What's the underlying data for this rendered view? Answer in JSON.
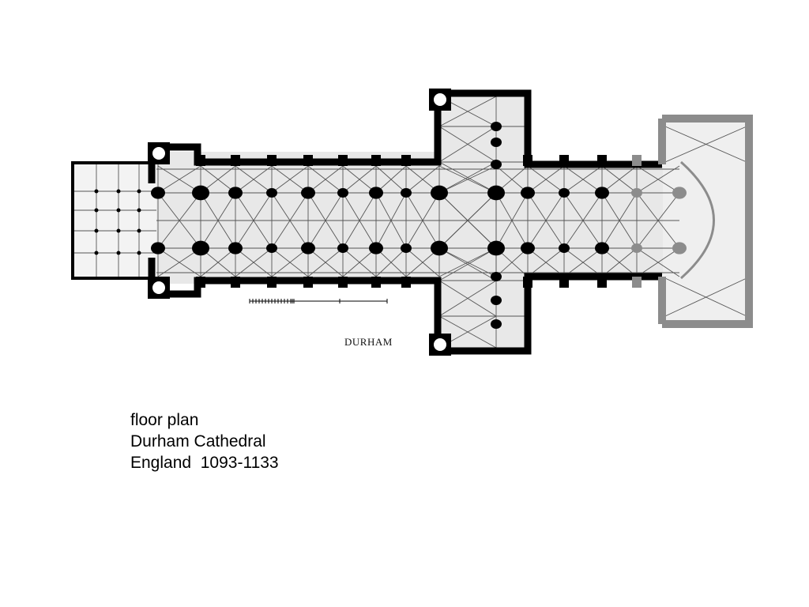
{
  "plan": {
    "label": "DURHAM",
    "wall_color": "#000000",
    "vault_line_color": "#555555",
    "floor_color": "#e6e6e6",
    "later_wall_color": "#8c8c8c"
  },
  "caption": {
    "line1": "floor plan",
    "line2": "Durham Cathedral",
    "line3": "England  1093-1133"
  }
}
